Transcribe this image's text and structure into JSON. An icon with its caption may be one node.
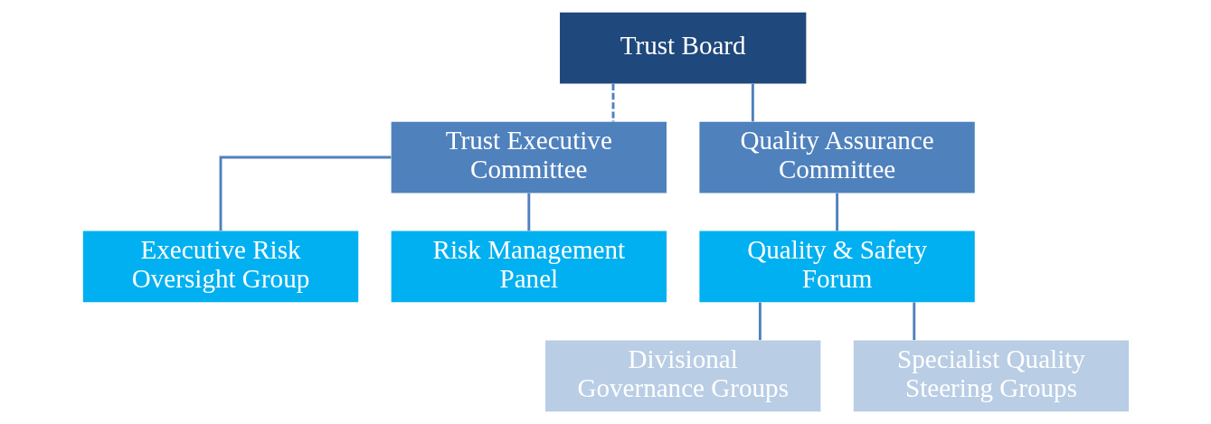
{
  "diagram": {
    "nodes": [
      {
        "text": [
          "Trust Board"
        ]
      },
      {
        "text": [
          "Trust Executive Committee"
        ]
      },
      {
        "text": [
          "Quality Assurance Committee"
        ]
      },
      {
        "text": [
          "Executive Risk Oversight Group"
        ]
      },
      {
        "text": [
          "Risk Management Panel"
        ]
      },
      {
        "text": [
          "Quality & Safety Forum"
        ]
      },
      {
        "text": [
          "Divisional Governance Groups"
        ]
      },
      {
        "text": [
          "Specialist Quality Steering Groups"
        ]
      }
    ],
    "edges": [
      {
        "from": 0,
        "to": 1,
        "arrow": "none",
        "style": "dashed"
      },
      {
        "from": 0,
        "to": 2,
        "arrow": "none"
      },
      {
        "from": 1,
        "to": 3,
        "arrow": "none"
      },
      {
        "from": 1,
        "to": 4,
        "arrow": "none"
      },
      {
        "from": 2,
        "to": 5,
        "arrow": "none"
      },
      {
        "from": 5,
        "to": 6,
        "arrow": "none"
      },
      {
        "from": 5,
        "to": 7,
        "arrow": "none"
      }
    ]
  }
}
